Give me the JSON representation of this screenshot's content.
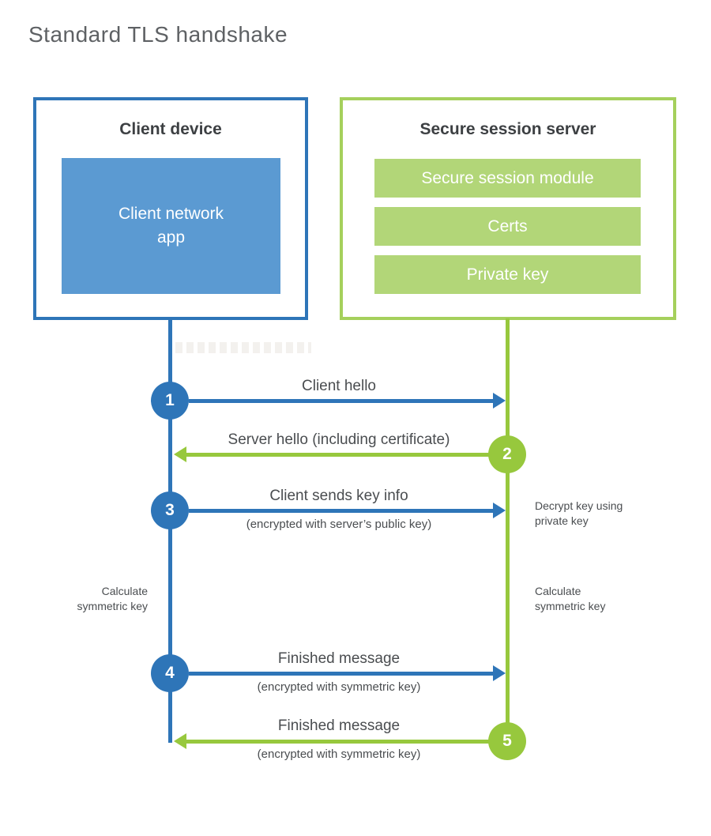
{
  "title": "Standard TLS handshake",
  "colors": {
    "blue": "#2e75b8",
    "blue_light": "#5b9ad2",
    "green": "#97c83d",
    "green_border": "#a5d05c",
    "green_bar": "#b2d678",
    "heading_text": "#3d4043",
    "label_text": "#4a4d50"
  },
  "client_box": {
    "title": "Client device",
    "app_label": "Client network\napp"
  },
  "server_box": {
    "title": "Secure session server",
    "modules": [
      "Secure session module",
      "Certs",
      "Private key"
    ]
  },
  "steps": [
    {
      "num": "1",
      "label": "Client hello",
      "sublabel": "",
      "direction": "right"
    },
    {
      "num": "2",
      "label": "Server hello (including certificate)",
      "sublabel": "",
      "direction": "left"
    },
    {
      "num": "3",
      "label": "Client sends key info",
      "sublabel": "(encrypted with server’s public key)",
      "direction": "right"
    },
    {
      "num": "4",
      "label": "Finished message",
      "sublabel": "(encrypted with symmetric key)",
      "direction": "right"
    },
    {
      "num": "5",
      "label": "Finished message",
      "sublabel": "(encrypted with symmetric key)",
      "direction": "left"
    }
  ],
  "side_notes": {
    "decrypt_key": "Decrypt key using\nprivate key",
    "calculate_left": "Calculate\nsymmetric key",
    "calculate_right": "Calculate\nsymmetric key"
  }
}
